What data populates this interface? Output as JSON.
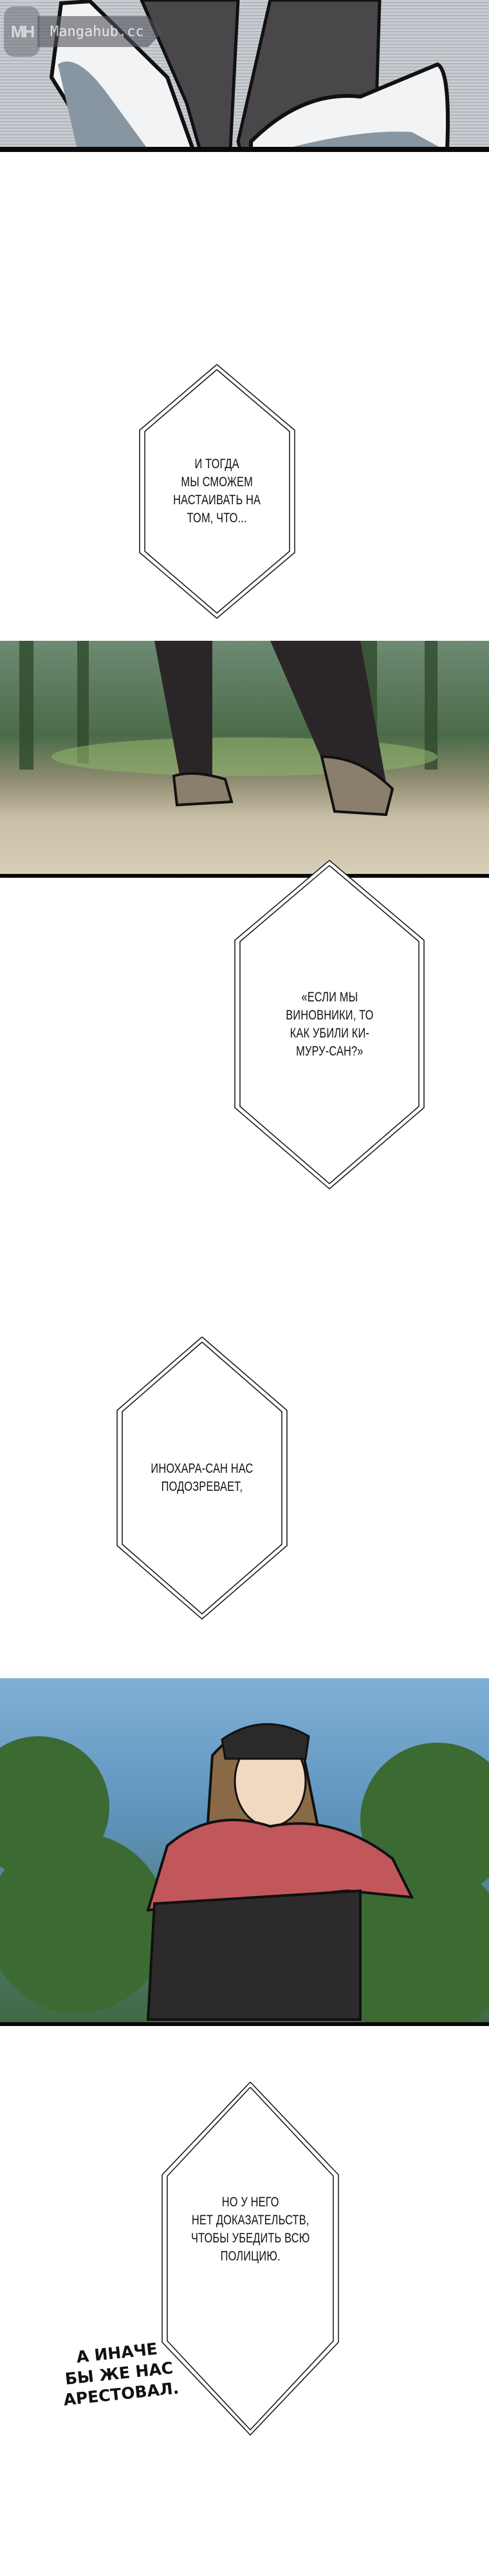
{
  "watermark": {
    "logo": "MH",
    "site": "Mangahub.cc"
  },
  "captions": [
    {
      "text": "И ТОГДА\nМЫ СМОЖЕМ\nНАСТАИВАТЬ НА\nТОМ, ЧТО..."
    },
    {
      "text": "«ЕСЛИ МЫ\nВИНОВНИКИ, ТО\nКАК УБИЛИ КИ-\nМУРУ-САН?»"
    },
    {
      "text": "ИНОХАРА-САН НАС\nПОДОЗРЕВАЕТ,"
    },
    {
      "text": "НО У НЕГО\nНЕТ ДОКАЗАТЕЛЬСТВ,\nЧТОБЫ УБЕДИТЬ ВСЮ\nПОЛИЦИЮ."
    }
  ],
  "sfx_text": "А ИНАЧЕ\nБЫ ЖЕ НАС\nАРЕСТОВАЛ.",
  "colors": {
    "frame": "#111111",
    "forest": "#3f6b3a",
    "sky": "#6e9fc4",
    "ground": "#c9bfa6",
    "cloak": "#c2575b"
  }
}
